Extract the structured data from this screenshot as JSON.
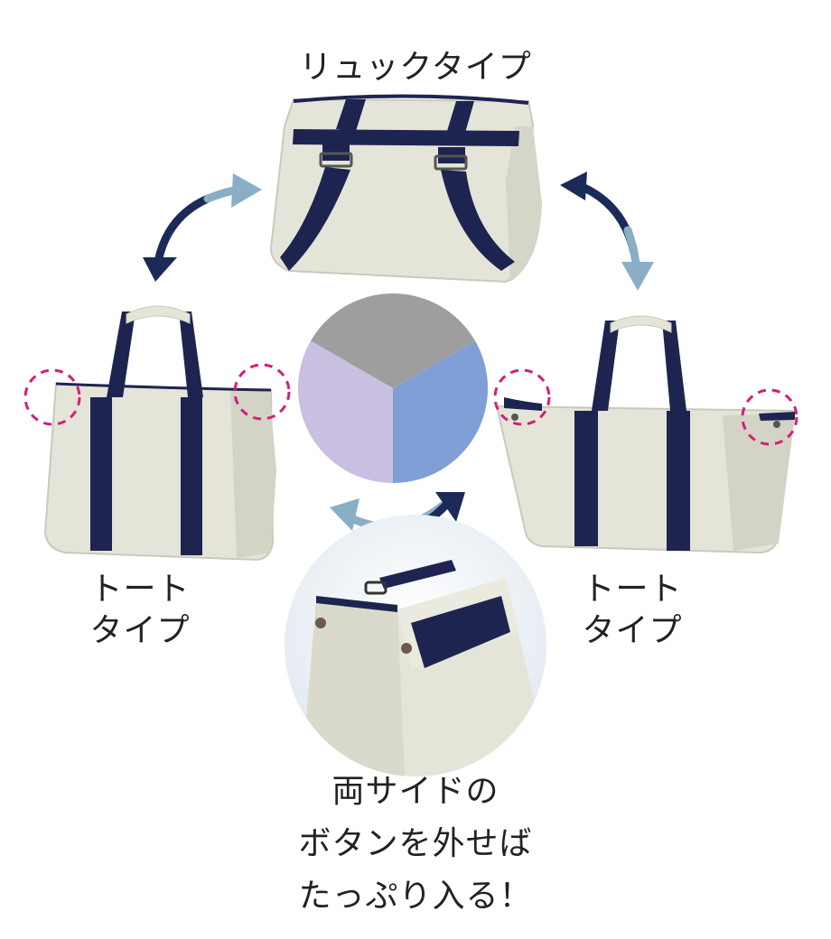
{
  "labels": {
    "top": "リュックタイプ",
    "left_line1": "トート",
    "left_line2": "タイプ",
    "right_line1": "トート",
    "right_line2": "タイプ",
    "caption_line1": "両サイドの",
    "caption_line2": "ボタンを外せば",
    "caption_line3": "たっぷり入る！"
  },
  "colors": {
    "bag_body": "#e4e4d8",
    "strap_navy": "#1e2450",
    "arrow_dark": "#1b2a56",
    "arrow_light": "#8aaec6",
    "highlight_pink": "#d0207a",
    "wheel_gray": "#9e9e9e",
    "wheel_lavender": "#c9bfe0",
    "wheel_blue": "#7f9fd6"
  }
}
